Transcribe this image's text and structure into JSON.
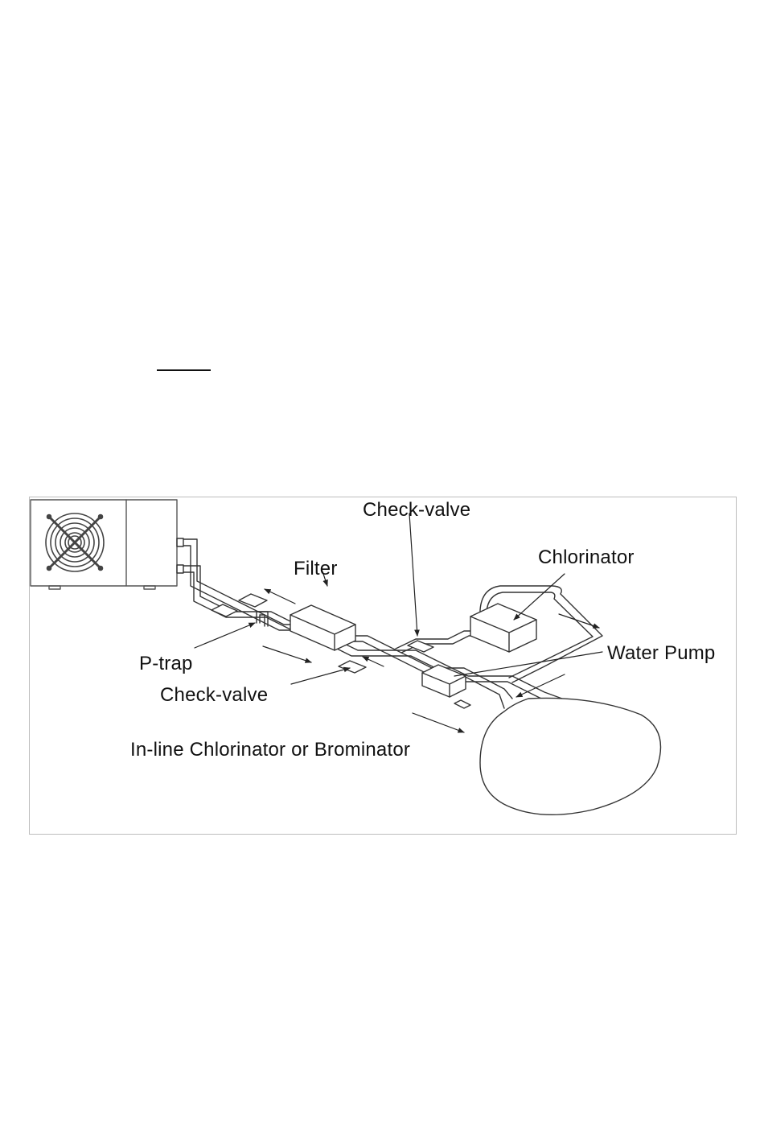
{
  "diagram": {
    "labels": {
      "check_valve_top": "Check-valve",
      "chlorinator": "Chlorinator",
      "filter": "Filter",
      "water_pump": "Water Pump",
      "p_trap": "P-trap",
      "check_valve_bottom": "Check-valve",
      "inline_chlorinator": "In-line Chlorinator or Brominator"
    },
    "colors": {
      "line": "#333333",
      "frame": "#bdbdbd"
    }
  }
}
